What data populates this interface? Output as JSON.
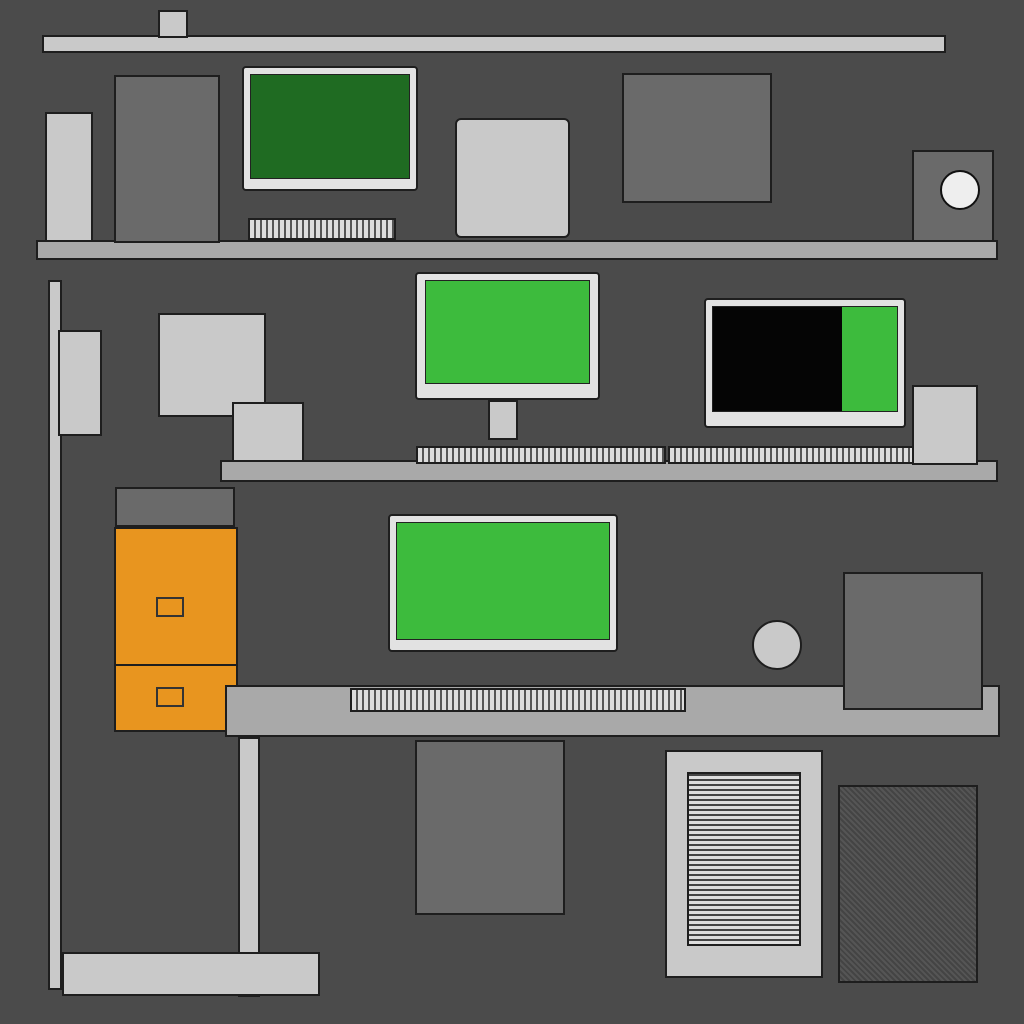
{
  "scene": {
    "colors": {
      "background": "#4b4b4b",
      "screen_dark_green": "#1f6b22",
      "screen_green": "#3dbb3d",
      "cabinet_orange": "#e8951f",
      "shelf": "#a9a9a9"
    },
    "icons": [
      "computer-monitor",
      "keyboard",
      "filing-cabinet",
      "speaker",
      "server-tower",
      "space-heater"
    ]
  }
}
